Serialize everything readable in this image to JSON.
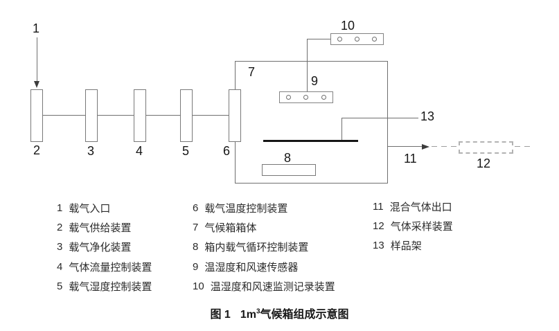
{
  "colors": {
    "background": "#ffffff",
    "line": "#6e6e6e",
    "dashed_line": "#b2b2b2",
    "ink": "#161616"
  },
  "diagram": {
    "part_numbers": {
      "n1": "1",
      "n2": "2",
      "n3": "3",
      "n4": "4",
      "n5": "5",
      "n6": "6",
      "n7": "7",
      "n8": "8",
      "n9": "9",
      "n10": "10",
      "n11": "11",
      "n12": "12",
      "n13": "13"
    }
  },
  "legend": {
    "columns": [
      {
        "items": [
          {
            "num": "1",
            "label": "载气入口"
          },
          {
            "num": "2",
            "label": "载气供给装置"
          },
          {
            "num": "3",
            "label": "载气净化装置"
          },
          {
            "num": "4",
            "label": "气体流量控制装置"
          },
          {
            "num": "5",
            "label": "载气湿度控制装置"
          }
        ]
      },
      {
        "items": [
          {
            "num": "6",
            "label": "载气温度控制装置"
          },
          {
            "num": "7",
            "label": "气候箱箱体"
          },
          {
            "num": "8",
            "label": "箱内载气循环控制装置"
          },
          {
            "num": "9",
            "label": "温湿度和风速传感器"
          },
          {
            "num": "10",
            "label": "温湿度和风速监测记录装置"
          }
        ]
      },
      {
        "items": [
          {
            "num": "11",
            "label": "混合气体出口"
          },
          {
            "num": "12",
            "label": "气体采样装置"
          },
          {
            "num": "13",
            "label": "样品架"
          }
        ]
      }
    ]
  },
  "caption": {
    "fig_no": "图 1",
    "volume": "1m",
    "volume_sup": "3",
    "title": "气候箱组成示意图"
  }
}
